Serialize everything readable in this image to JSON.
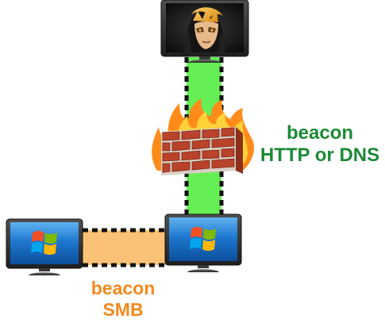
{
  "labels": {
    "http_line1": "beacon",
    "http_line2": "HTTP or DNS",
    "smb_line1": "beacon",
    "smb_line2": "SMB"
  },
  "nodes": {
    "attacker_monitor": {
      "screen": "hooded-figure-avatar-icon"
    },
    "pivot_monitor": {
      "screen": "windows-logo-icon"
    },
    "smb_monitor": {
      "screen": "windows-logo-icon"
    },
    "firewall": {
      "icon": "brick-firewall-icon"
    }
  },
  "colors": {
    "http_channel": "#66ee55",
    "smb_channel": "#fbc277",
    "http_text": "#1c8a36",
    "smb_text": "#f08a1c",
    "channel_border": "#111111",
    "screen_blue": "#1f78d0",
    "bezel": "#2e2e2e",
    "brick": "#b8432a",
    "mortar": "#d9cfc4",
    "flame_outer": "#ff8c1a",
    "flame_inner": "#ffd23a"
  }
}
